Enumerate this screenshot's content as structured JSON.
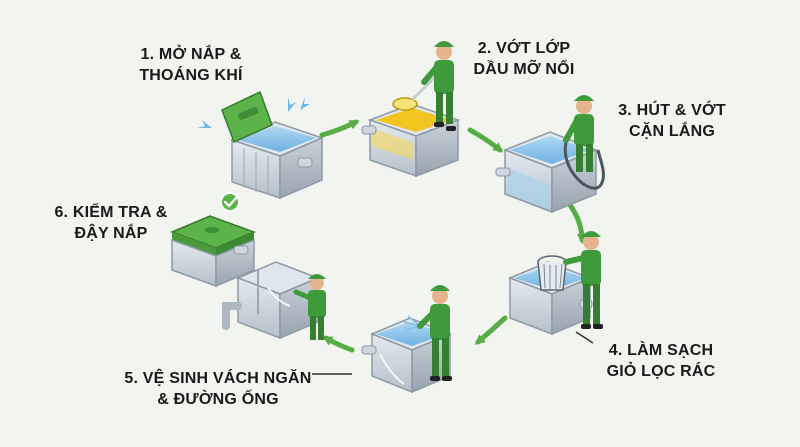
{
  "steps": [
    {
      "number": "1",
      "line1": "1. MỞ NẮP &",
      "line2": "THOÁNG KHÍ"
    },
    {
      "number": "2",
      "line1": "2. VỚT LỚP",
      "line2": "DẦU MỠ NỔI"
    },
    {
      "number": "3",
      "line1": "3. HÚT & VỚT",
      "line2": "CẶN LẮNG"
    },
    {
      "number": "4",
      "line1": "4. LÀM SẠCH",
      "line2": "GIỎ LỌC RÁC"
    },
    {
      "number": "5",
      "line1": "5. VỆ SINH VÁCH NGĂN",
      "line2": "& ĐƯỜNG ỐNG"
    },
    {
      "number": "6",
      "line1": "6. KIỂM TRA &",
      "line2": "ĐẬY NẮP"
    }
  ],
  "colors": {
    "background": "#f1f4ef",
    "tank_light": "#dfe6ec",
    "tank_mid": "#b9c4cd",
    "tank_dark": "#8e9aa6",
    "water": "#8fc6ec",
    "oil": "#f2c41f",
    "lid_green": "#5cb34a",
    "worker_green": "#3f9a3c",
    "arrow_green": "#56ad45",
    "text": "#1a1a1a"
  }
}
